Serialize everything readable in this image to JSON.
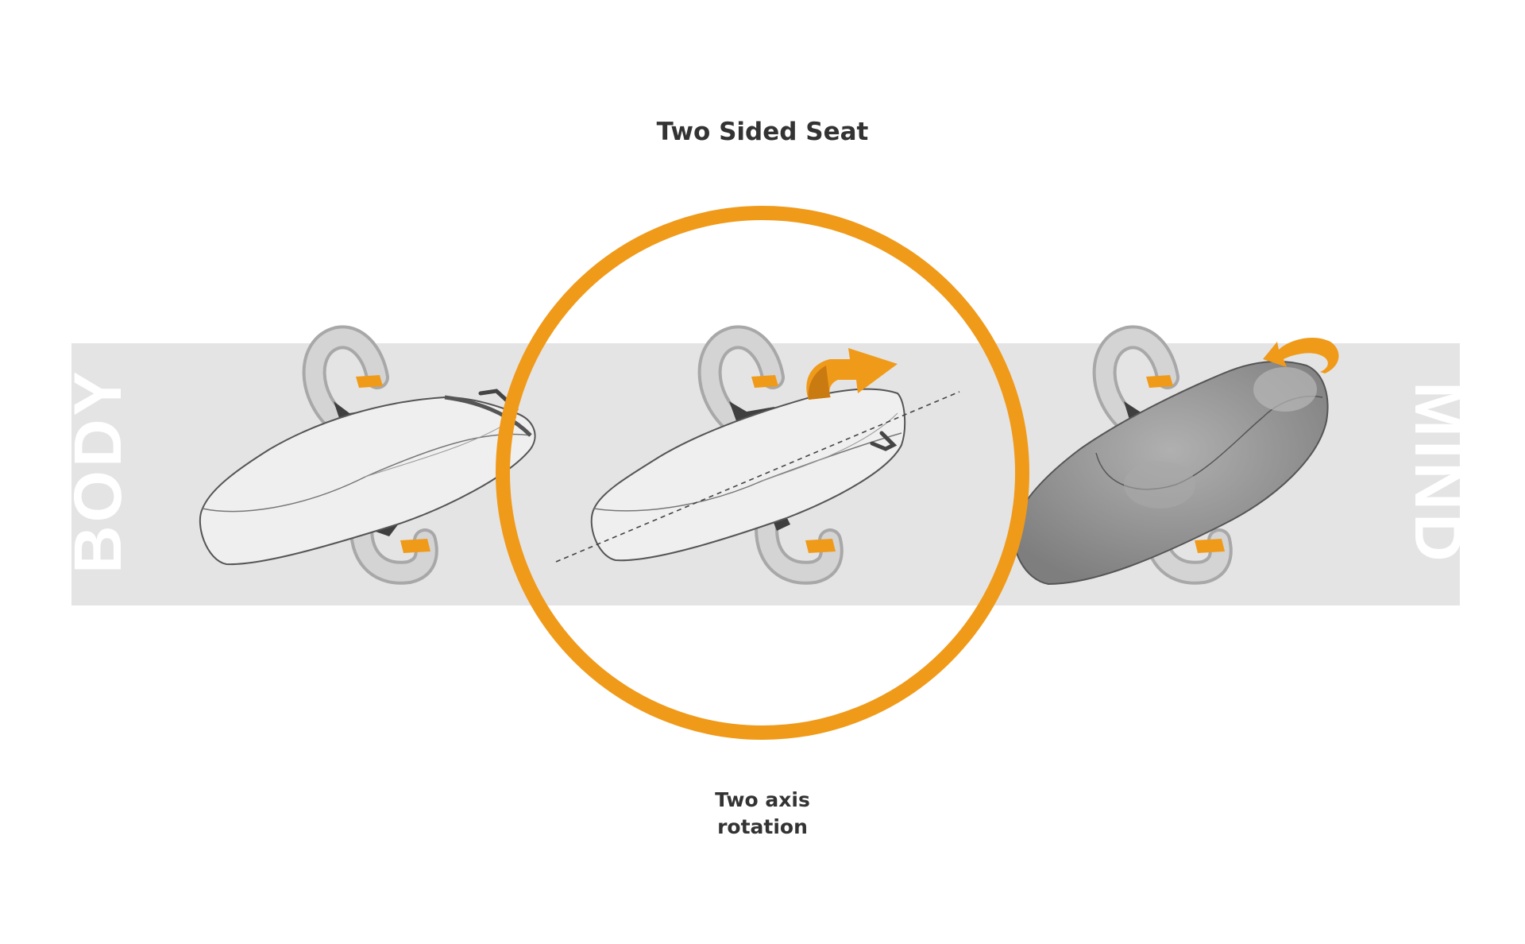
{
  "title": "Two Sided Seat",
  "caption": {
    "line1": "Two axis",
    "line2": "rotation"
  },
  "band_labels": {
    "left": "BODY",
    "right": "MIND"
  },
  "colors": {
    "accent": "#F09A1A",
    "band": "#E4E4E4",
    "band_text": "#FFFFFF",
    "title_text": "#333333",
    "seat_light": "#EFEFEF",
    "seat_dark": "#8F8F8F",
    "frame": "#BDBDBD",
    "clamp": "#3F3F3F"
  },
  "icons": [
    "rotation-arrow-icon",
    "axis-line"
  ]
}
